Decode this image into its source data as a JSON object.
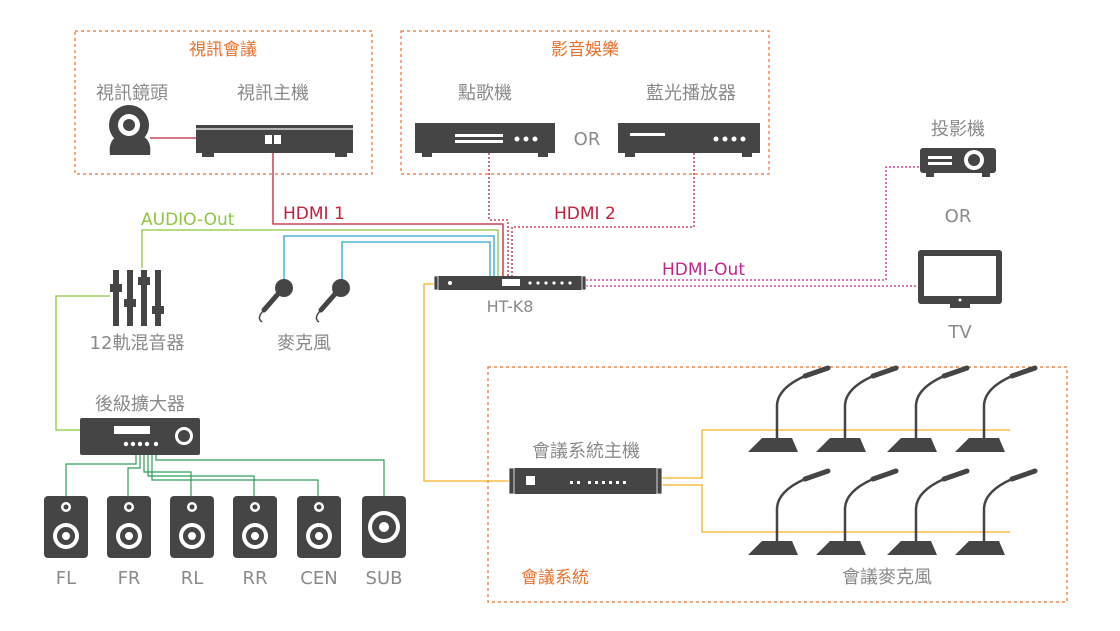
{
  "groups": {
    "video_conf": "視訊會議",
    "entertainment": "影音娛樂",
    "conference_system": "會議系統"
  },
  "devices": {
    "camera": "視訊鏡頭",
    "video_host": "視訊主機",
    "karaoke": "點歌機",
    "bluray": "藍光播放器",
    "or_mid": "OR",
    "projector": "投影機",
    "or_right": "OR",
    "tv": "TV",
    "mixer": "12軌混音器",
    "microphone": "麥克風",
    "processor": "HT-K8",
    "amplifier": "後級擴大器",
    "conf_host": "會議系統主機",
    "conf_mics": "會議麥克風"
  },
  "signals": {
    "hdmi1": "HDMI 1",
    "hdmi2": "HDMI 2",
    "hdmi_out": "HDMI-Out",
    "audio_out": "AUDIO-Out"
  },
  "speakers": [
    "FL",
    "FR",
    "RL",
    "RR",
    "CEN",
    "SUB"
  ],
  "colors": {
    "device": "#454545",
    "label": "#8a8a8a",
    "group_border": "#e8702a",
    "hdmi": "#c0203a",
    "hdmi_dotted": "#c0203a",
    "hdmi_out": "#c2268a",
    "audio_green": "#8dc63f",
    "mic_blue": "#2aa6d5",
    "speaker_green": "#2e9e5a",
    "conf_orange": "#f4b223"
  }
}
